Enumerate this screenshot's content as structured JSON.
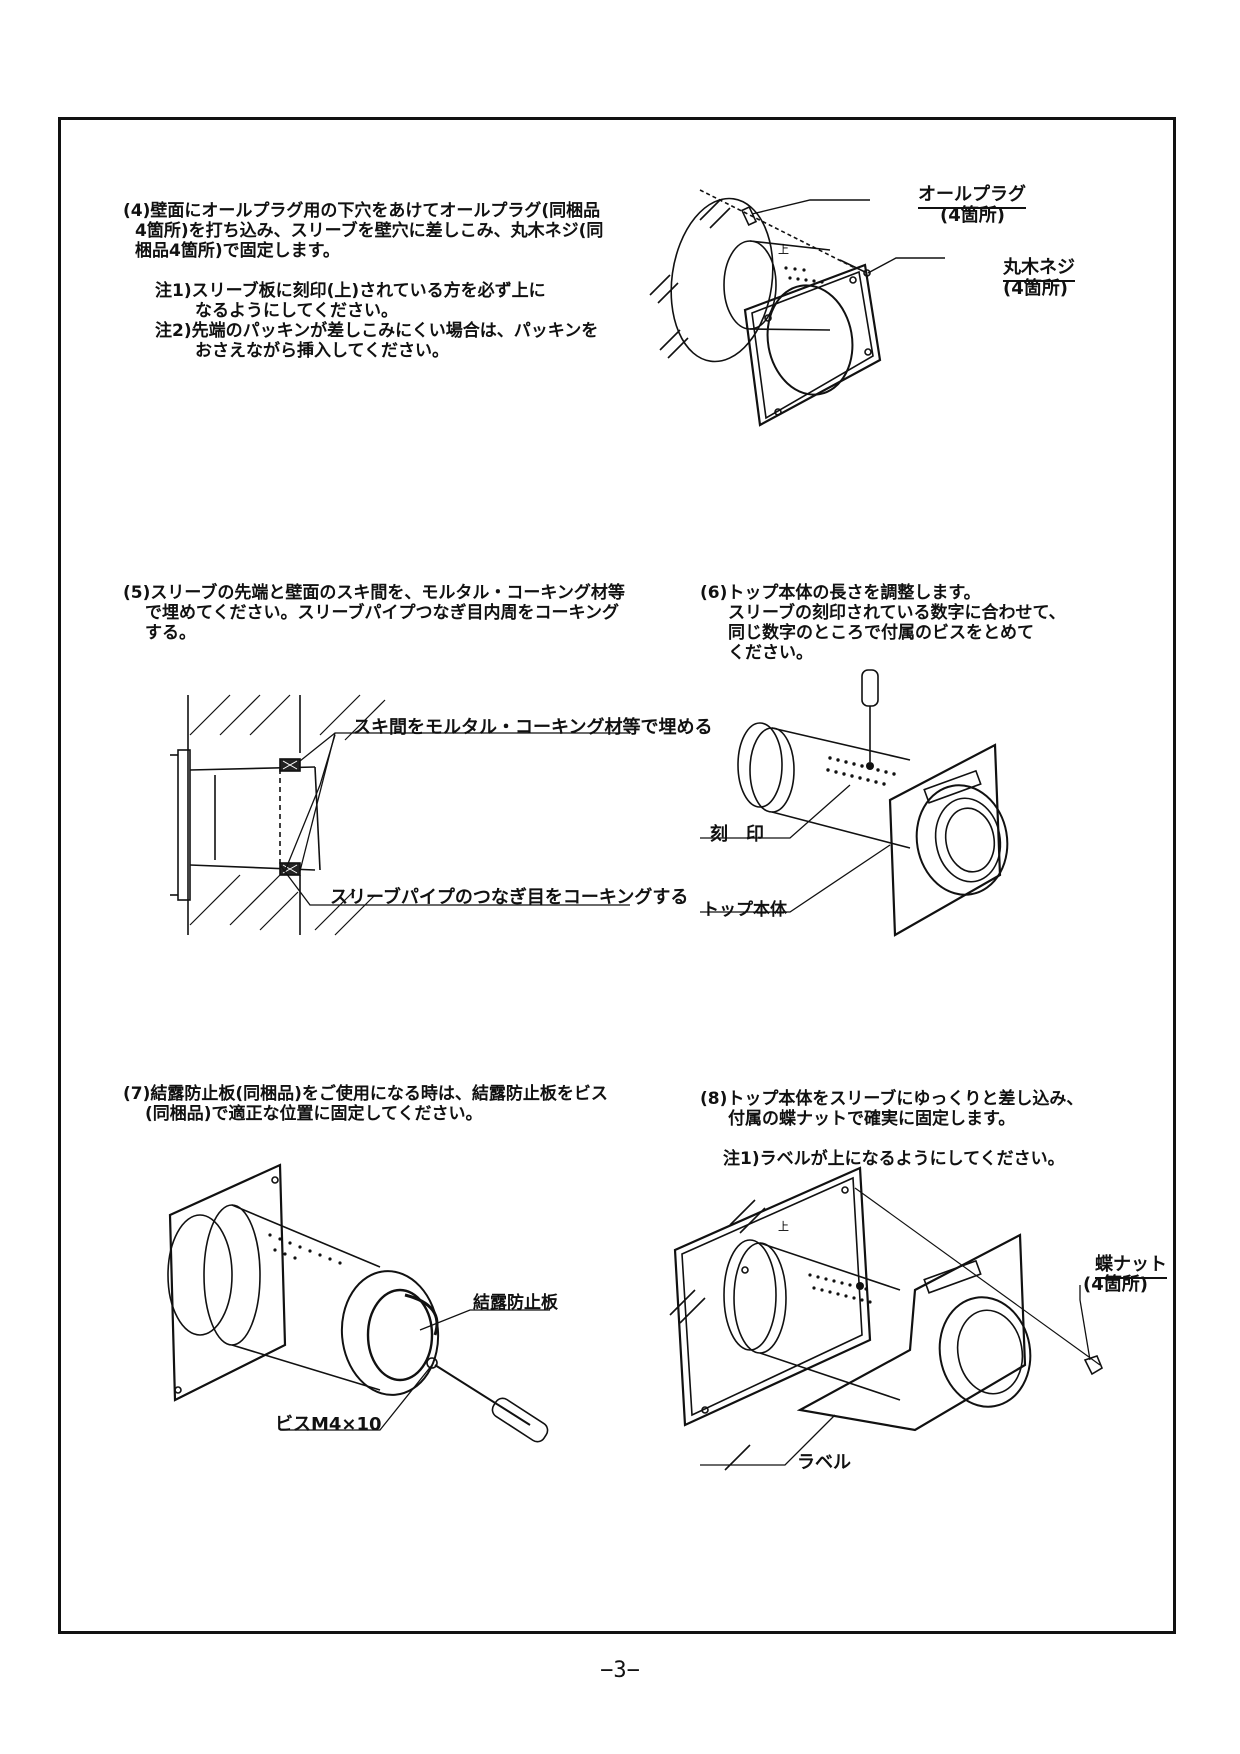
{
  "page_number": "−3−",
  "step4": {
    "lines": [
      "(4)壁面にオールプラグ用の下穴をあけてオールプラグ(同梱品",
      "4箇所)を打ち込み、スリーブを壁穴に差しこみ、丸木ネジ(同",
      "梱品4箇所)で固定します。"
    ],
    "notes": [
      "注1)スリーブ板に刻印(上)されている方を必ず上に",
      "なるようにしてください。",
      "注2)先端のパッキンが差しこみにくい場合は、パッキンを",
      "おさえながら挿入してください。"
    ],
    "label_plug": "オールプラグ",
    "label_plug_qty": "(4箇所)",
    "label_screw": "丸木ネジ",
    "label_screw_qty": "(4箇所)",
    "mark_up": "上"
  },
  "step5": {
    "lines": [
      "(5)スリーブの先端と壁面のスキ間を、モルタル・コーキング材等",
      "で埋めてください。スリーブパイプつなぎ目内周をコーキング",
      "する。"
    ],
    "label_gap": "スキ間をモルタル・コーキング材等で埋める",
    "label_joint": "スリーブパイプのつなぎ目をコーキングする"
  },
  "step6": {
    "lines": [
      "(6)トップ本体の長さを調整します。",
      "スリーブの刻印されている数字に合わせて、",
      "同じ数字のところで付属のビスをとめて",
      "ください。"
    ],
    "label_mark": "刻　印",
    "label_body": "トップ本体"
  },
  "step7": {
    "lines": [
      "(7)結露防止板(同梱品)をご使用になる時は、結露防止板をビス",
      "(同梱品)で適正な位置に固定してください。"
    ],
    "label_plate": "結露防止板",
    "label_screw": "ビスM4×10"
  },
  "step8": {
    "lines": [
      "(8)トップ本体をスリーブにゆっくりと差し込み、",
      "付属の蝶ナットで確実に固定します。"
    ],
    "note": "注1)ラベルが上になるようにしてください。",
    "label_nut": "蝶ナット",
    "label_nut_qty": "(4箇所)",
    "label_label": "ラベル",
    "mark_up": "上"
  }
}
